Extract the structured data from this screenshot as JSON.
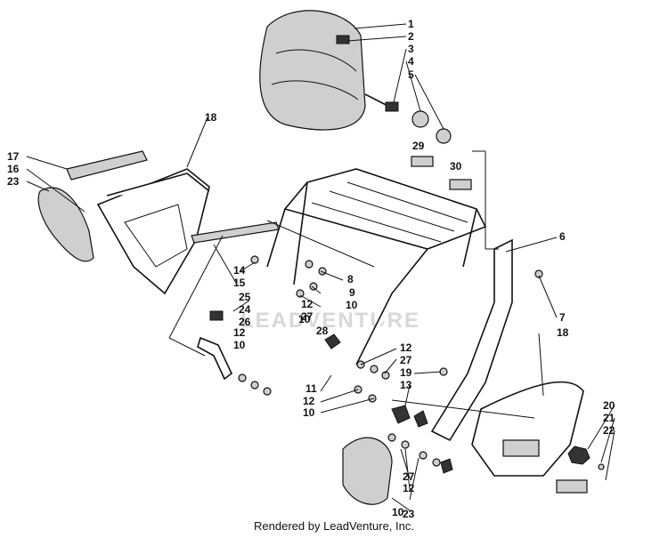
{
  "diagram": {
    "labels": [
      "1",
      "2",
      "3",
      "4",
      "5",
      "6",
      "7",
      "8",
      "9",
      "10",
      "10",
      "10",
      "10",
      "10",
      "11",
      "12",
      "12",
      "12",
      "12",
      "12",
      "13",
      "14",
      "15",
      "16",
      "17",
      "18",
      "18",
      "19",
      "20",
      "21",
      "22",
      "23",
      "23",
      "24",
      "25",
      "26",
      "27",
      "27",
      "27",
      "28",
      "29",
      "30"
    ],
    "watermark": "LEADVENTURE"
  },
  "footer": {
    "credit": "Rendered by LeadVenture, Inc."
  }
}
